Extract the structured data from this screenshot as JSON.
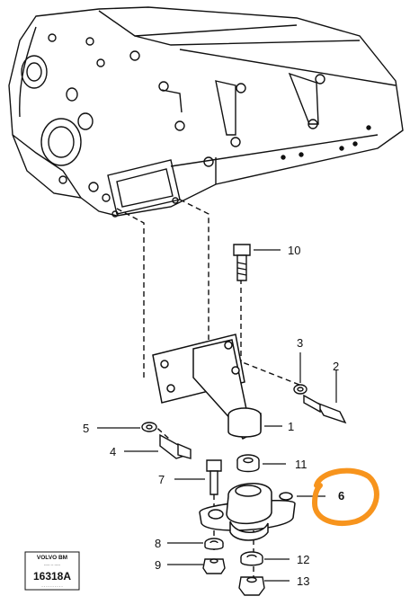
{
  "diagram": {
    "callouts": [
      {
        "id": "10",
        "label": "10"
      },
      {
        "id": "3",
        "label": "3"
      },
      {
        "id": "2",
        "label": "2"
      },
      {
        "id": "1",
        "label": "1"
      },
      {
        "id": "5",
        "label": "5"
      },
      {
        "id": "4",
        "label": "4"
      },
      {
        "id": "7",
        "label": "7"
      },
      {
        "id": "11",
        "label": "11"
      },
      {
        "id": "6",
        "label": "6"
      },
      {
        "id": "8",
        "label": "8"
      },
      {
        "id": "12",
        "label": "12"
      },
      {
        "id": "9",
        "label": "9"
      },
      {
        "id": "13",
        "label": "13"
      }
    ],
    "stamp": {
      "brand": "VOLVO BM",
      "line2": "----- -- -----",
      "number": "16318A",
      "line3": "- - - - - - - - - -"
    },
    "highlight": {
      "target": "6",
      "color": "#f7941d"
    },
    "line_color": "#111111"
  }
}
